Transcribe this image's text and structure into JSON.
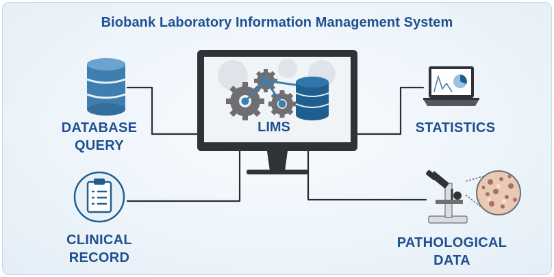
{
  "title": "Biobank Laboratory Information Management System",
  "center": {
    "label": "LIMS"
  },
  "nodes": {
    "database_query": {
      "line1": "DATABASE",
      "line2": "QUERY"
    },
    "statistics": {
      "label": "STATISTICS"
    },
    "clinical_record": {
      "line1": "CLINICAL",
      "line2": "RECORD"
    },
    "pathological_data": {
      "line1": "PATHOLOGICAL",
      "line2": "DATA"
    }
  },
  "icons": [
    "database-icon",
    "monitor-icon",
    "gears-icon",
    "laptop-chart-icon",
    "clipboard-icon",
    "microscope-icon"
  ],
  "colors": {
    "title": "#1d4f91",
    "label": "#1f4f8f",
    "monitor": "#2f3237",
    "database_blue": "#3f7fb0",
    "gear_gray": "#6e6e73",
    "connector": "#2a2c30"
  }
}
